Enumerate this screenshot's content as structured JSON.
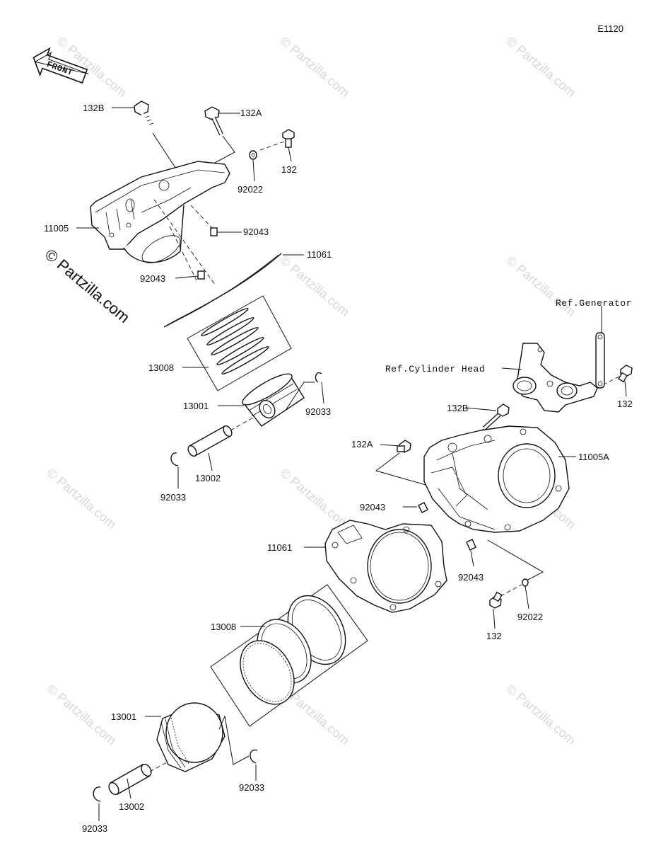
{
  "diagram_code": "E1120",
  "front_label": "FRONT",
  "copyright_vertical": "© Partzilla.com",
  "watermark": "© Partzilla.com",
  "refs": {
    "generator": "Ref.Generator",
    "cylinder_head": "Ref.Cylinder Head"
  },
  "labels": {
    "p132B_top": "132B",
    "p132A_top": "132A",
    "p132_top": "132",
    "p92022_top": "92022",
    "p11005": "11005",
    "p92043_top_right": "92043",
    "p11061_top": "11061",
    "p92043_top_left": "92043",
    "p13008_top": "13008",
    "p13001_top": "13001",
    "p92033_top_right": "92033",
    "p13002_top": "13002",
    "p92033_top_left": "92033",
    "p132_ref": "132",
    "p132B_right": "132B",
    "p132A_right": "132A",
    "p11005A": "11005A",
    "p92043_right_left": "92043",
    "p11061_right": "11061",
    "p92043_right_bottom": "92043",
    "p132_bottom": "132",
    "p92022_bottom": "92022",
    "p13008_bottom": "13008",
    "p13001_bottom": "13001",
    "p92033_bottom_right": "92033",
    "p13002_bottom": "13002",
    "p92033_bottom_left": "92033"
  }
}
